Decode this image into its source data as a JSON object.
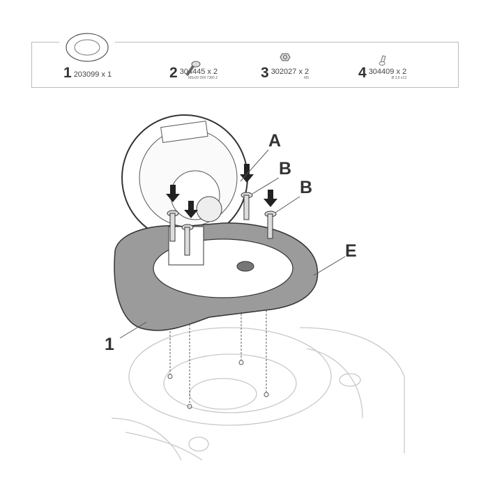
{
  "parts": [
    {
      "number": "1",
      "code": "203099 x 1",
      "spec": "",
      "icon": "tank-ring-icon"
    },
    {
      "number": "2",
      "code": "304445 x 2",
      "spec": "M5x20 DIN 7380 Z",
      "icon": "bolt-icon"
    },
    {
      "number": "3",
      "code": "302027 x 2",
      "spec": "M5",
      "icon": "nut-icon"
    },
    {
      "number": "4",
      "code": "304409 x 2",
      "spec": "Ø 3,6 x13",
      "icon": "screw-icon"
    }
  ],
  "callouts": {
    "a": "A",
    "b1": "B",
    "b2": "B",
    "e": "E",
    "one": "1"
  },
  "colors": {
    "ring_fill": "#9b9b9b",
    "line": "#333333",
    "tank_line": "#c8c8c8"
  }
}
